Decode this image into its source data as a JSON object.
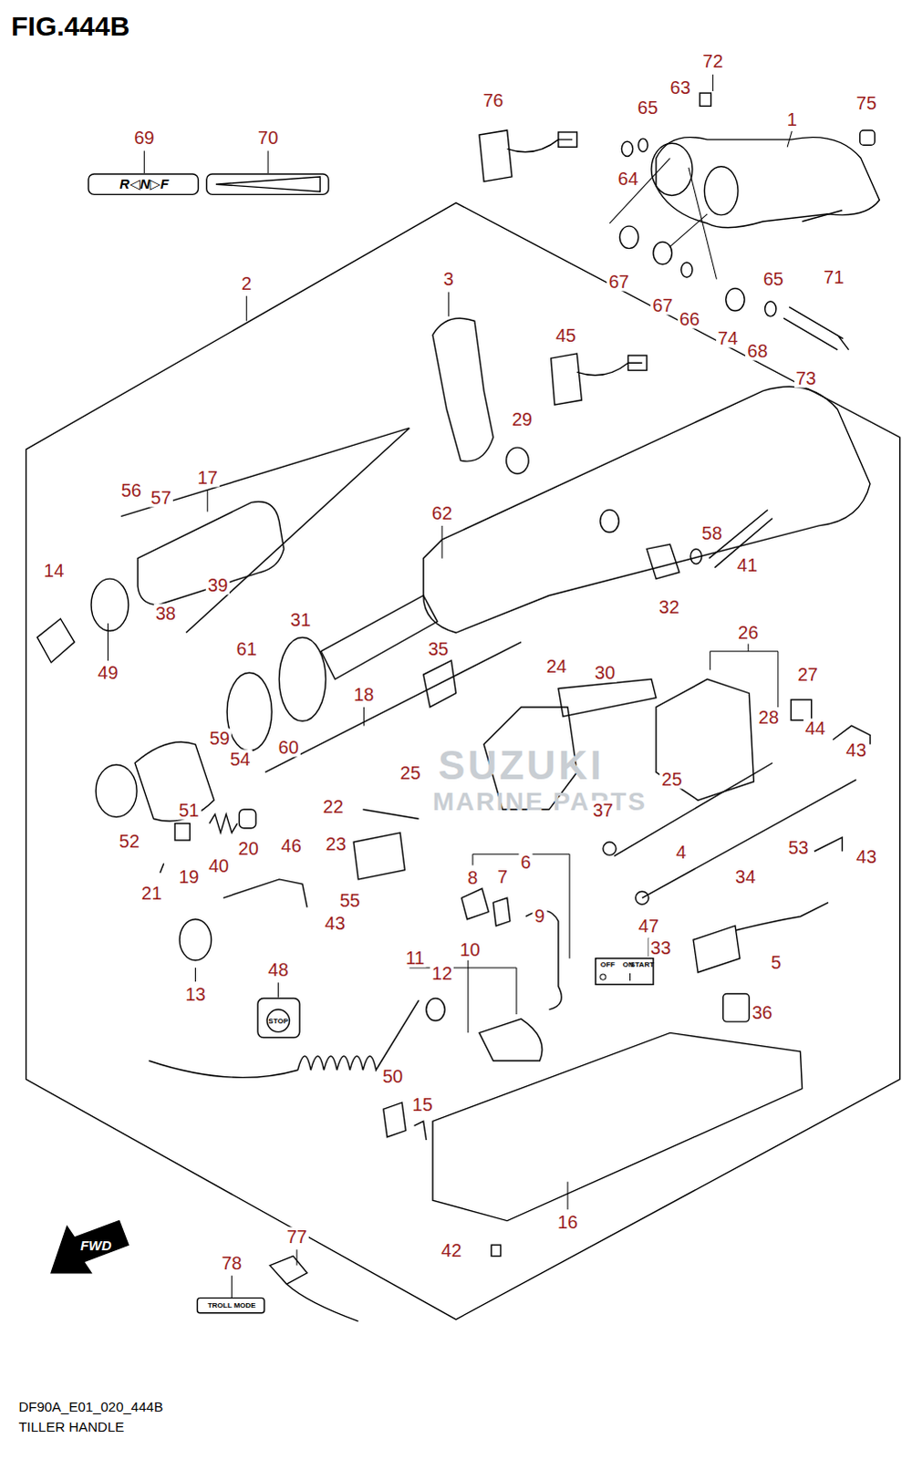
{
  "diagram": {
    "title": "FIG.444B",
    "caption": "TILLER HANDLE",
    "labels": [
      "DF90A_E01_020_444B",
      "69",
      "70",
      "76",
      "72",
      "63",
      "65",
      "1",
      "75",
      "64",
      "67",
      "67",
      "66",
      "74",
      "65",
      "68",
      "71",
      "73",
      "2",
      "3",
      "45",
      "29",
      "17",
      "56",
      "57",
      "62",
      "58",
      "41",
      "14",
      "39",
      "32",
      "38",
      "31",
      "61",
      "35",
      "26",
      "49",
      "24",
      "30",
      "27",
      "28",
      "18",
      "44",
      "43",
      "59",
      "54",
      "60",
      "25",
      "25",
      "22",
      "51",
      "52",
      "20",
      "40",
      "19",
      "21",
      "23",
      "46",
      "37",
      "6",
      "8",
      "7",
      "9",
      "4",
      "53",
      "43",
      "34",
      "55",
      "43",
      "47",
      "33",
      "5",
      "10",
      "11",
      "12",
      "13",
      "48",
      "36",
      "50",
      "15",
      "16",
      "42",
      "77",
      "78",
      "R◁N▷F",
      "OFF",
      "ON",
      "START",
      "STOP",
      "TROLL MODE",
      "FWD",
      "SUZUKI",
      "MARINE PARTS"
    ]
  }
}
